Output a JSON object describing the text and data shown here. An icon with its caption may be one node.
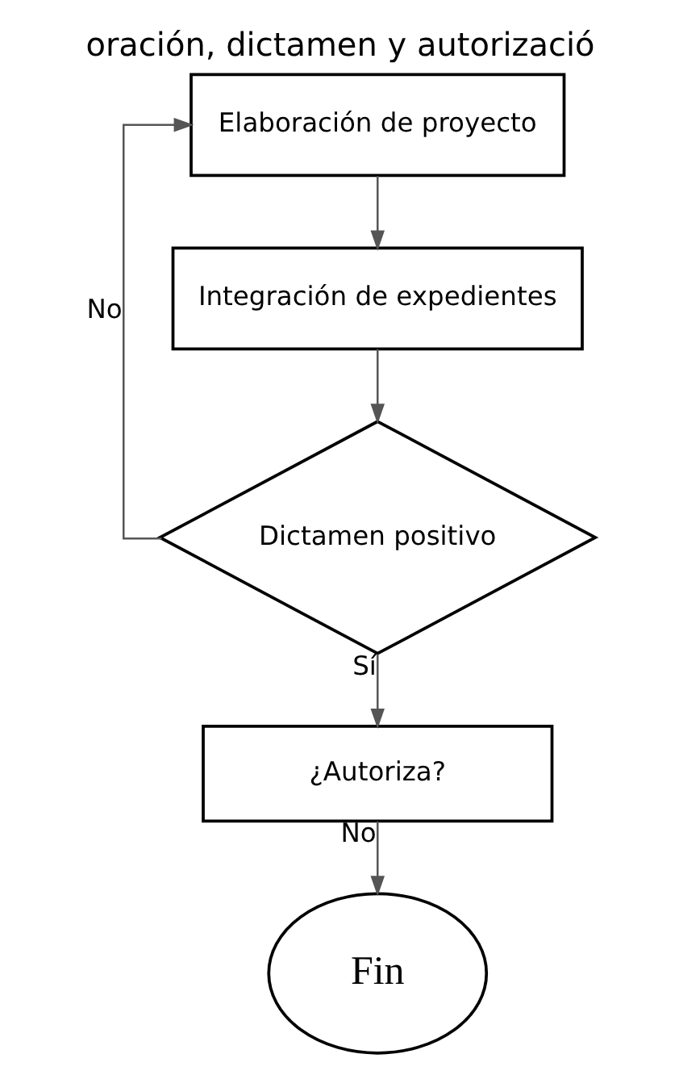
{
  "diagram": {
    "title": "oración, dictamen y autorizació",
    "nodes": [
      {
        "text": [
          "Elaboración de proyecto"
        ]
      },
      {
        "text": [
          "Integración de expedientes"
        ]
      },
      {
        "text": [
          "Dictamen positivo"
        ]
      },
      {
        "text": [
          "¿Autoriza?"
        ]
      },
      {
        "text": [
          "Fin"
        ]
      }
    ],
    "edges": [
      {
        "from": 0,
        "to": 1,
        "arrow": "to"
      },
      {
        "from": 1,
        "to": 2,
        "arrow": "to"
      },
      {
        "from": 2,
        "to": 0,
        "arrow": "to",
        "label": "No"
      },
      {
        "from": 2,
        "to": 3,
        "arrow": "to",
        "label": "Sí"
      },
      {
        "from": 3,
        "to": 4,
        "arrow": "to",
        "label": "No"
      }
    ]
  }
}
